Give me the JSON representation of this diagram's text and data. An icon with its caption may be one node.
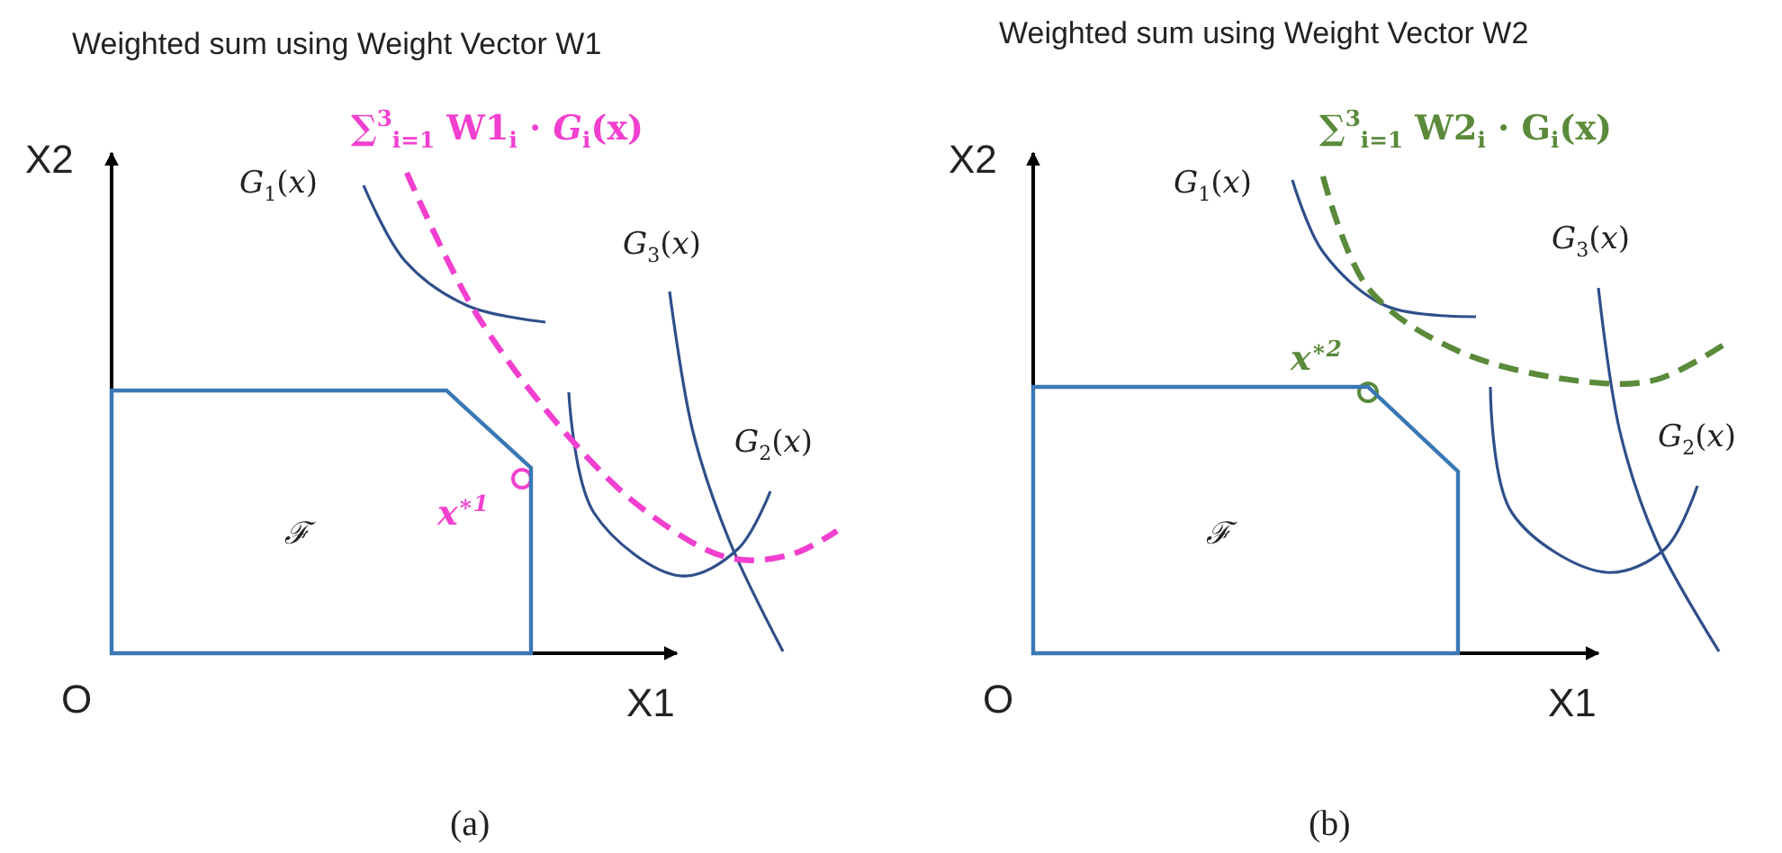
{
  "diagram": {
    "nodes": [
      {
        "text": [
          "ℱ"
        ]
      },
      {
        "text": [
          "ℱ"
        ]
      }
    ],
    "labels": [
      "Weighted sum using Weight Vector W1",
      "∑$^{3}$$_{i=1}$ W1$_{i}$ · *G*$_{i}$(x)",
      "X2",
      "*G*$_{1}$(*x*)",
      "*G*$_{3}$(*x*)",
      "*G*$_{2}$(*x*)",
      "O",
      "X1",
      "x$^{∗1}$",
      "(a)",
      "Weighted sum using Weight Vector W2",
      "∑$^{3}$$_{i=1}$ W2$_{i}$ · G$_{i}$(x)",
      "X2",
      "*G*$_{1}$(*x*)",
      "*G*$_{3}$(*x*)",
      "*G*$_{2}$(*x*)",
      "O",
      "X1",
      "x$^{∗2}$",
      "(b)"
    ]
  }
}
